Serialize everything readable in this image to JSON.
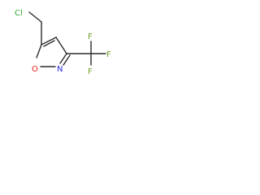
{
  "molecule": {
    "atoms": {
      "chlorine": "Cl",
      "oxygen": "O",
      "nitrogen": "N",
      "fluorine_top": "F",
      "fluorine_right": "F",
      "fluorine_bottom": "F"
    }
  },
  "colors": {
    "bond": "#2b2b2b",
    "carbon_text": "#2b2b2b",
    "chlorine": "#2fa82f",
    "oxygen": "#e8201a",
    "nitrogen": "#2a2ae0",
    "fluorine": "#6fa12a"
  }
}
